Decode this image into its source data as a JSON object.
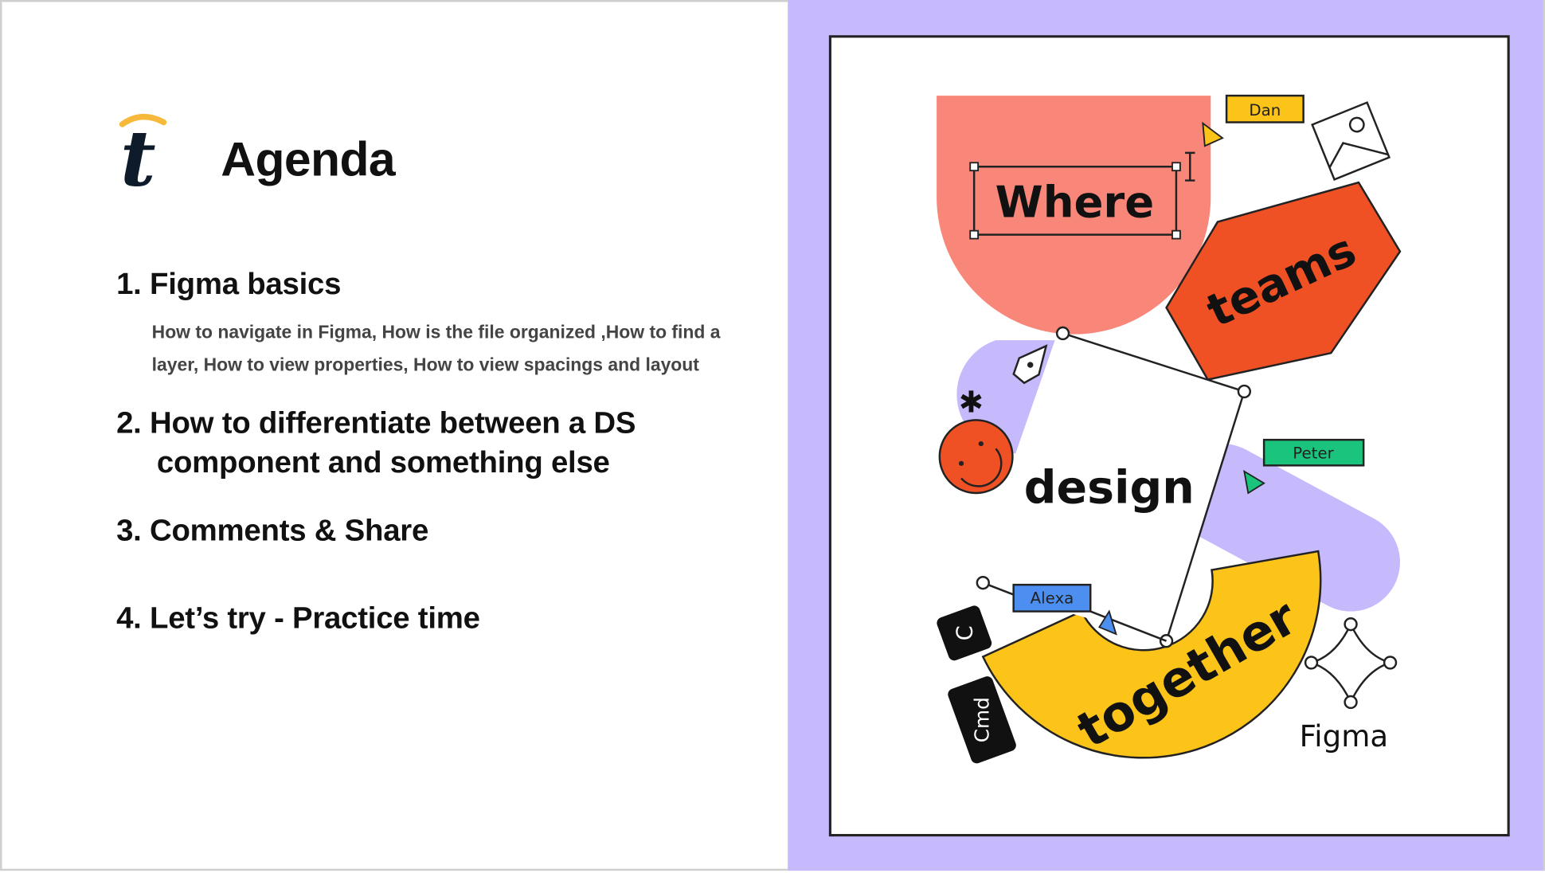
{
  "slide": {
    "title": "Agenda",
    "logo_letter": "t",
    "items": [
      {
        "label": "1. Figma basics",
        "description": "How to navigate in Figma, How is the file organized ,How to find a layer, How to view properties, How to view spacings and layout"
      },
      {
        "label_line1": "2. How to differentiate between a DS",
        "label_line2": "component and something else"
      },
      {
        "label": "3. Comments & Share"
      },
      {
        "label": "4. Let’s try - Practice time"
      }
    ]
  },
  "illustration": {
    "words": {
      "where": "Where",
      "teams": "teams",
      "design": "design",
      "together": "together",
      "brand": "Figma"
    },
    "cursors": {
      "dan": "Dan",
      "peter": "Peter",
      "alexa": "Alexa"
    },
    "keys": {
      "c": "C",
      "cmd": "Cmd"
    },
    "colors": {
      "background": "#c7bafc",
      "pink": "#f8877a",
      "orange": "#ef5125",
      "yellow": "#fcc419",
      "green": "#1bc47d",
      "blue": "#4d8ff0",
      "lavender": "#c7bafc"
    }
  }
}
